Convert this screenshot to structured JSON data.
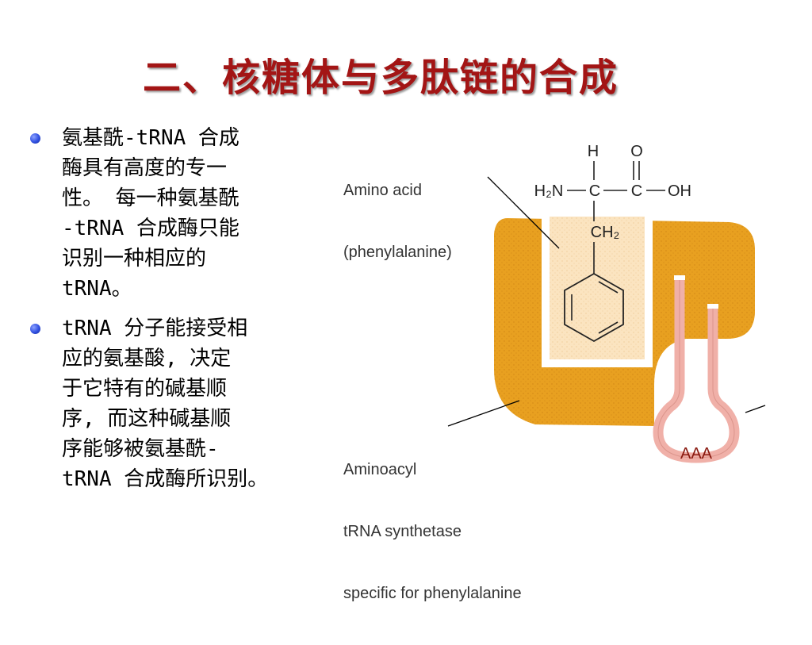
{
  "title": "二、核糖体与多肽链的合成",
  "bullets": [
    {
      "lines": [
        "氨基酰-tRNA 合成",
        "酶具有高度的专一",
        "性。 每一种氨基酰",
        "-tRNA 合成酶只能",
        "识别一种相应的",
        "tRNA。"
      ]
    },
    {
      "lines": [
        "tRNA 分子能接受相",
        "应的氨基酸, 决定",
        "于它特有的碱基顺",
        "序, 而这种碱基顺",
        "序能够被氨基酰-",
        "tRNA 合成酶所识别。"
      ]
    }
  ],
  "figure": {
    "amino_acid_label": [
      "Amino acid",
      "(phenylalanine)"
    ],
    "synthetase_label": [
      "Aminoacyl",
      "tRNA synthetase",
      "specific for phenylalanine"
    ],
    "anticodon": "AAA",
    "formula": {
      "h": "H",
      "o": "O",
      "h2n": "H₂N",
      "c_alpha": "C",
      "c_carboxyl": "C",
      "oh": "OH",
      "ch2": "CH₂"
    },
    "colors": {
      "enzyme": "#e8a020",
      "pocket": "#fbe4c0",
      "trna": "#f0b0a8"
    }
  }
}
